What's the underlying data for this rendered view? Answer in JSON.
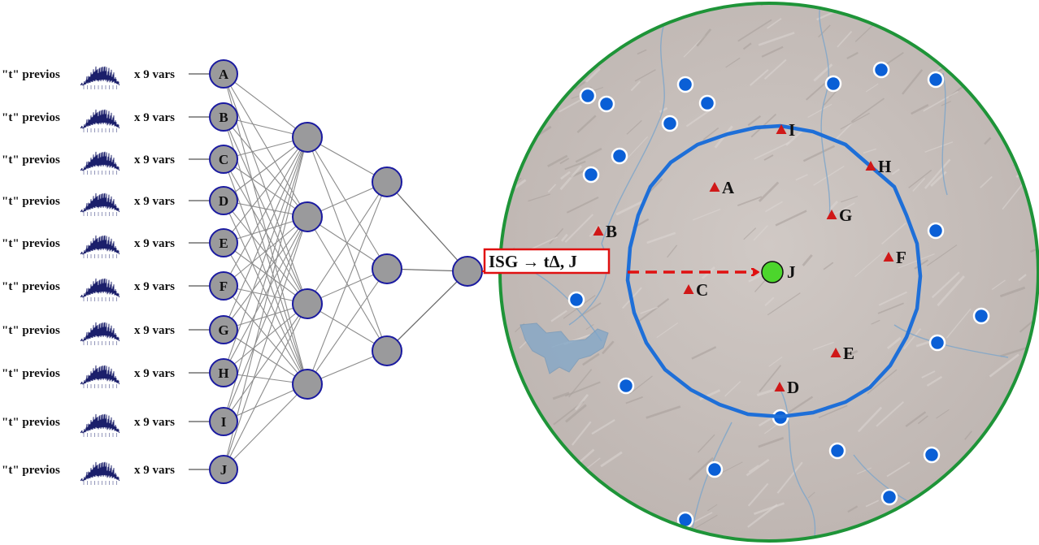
{
  "inputs": [
    {
      "id": "A",
      "prev_label": "\"t\" previos",
      "vars_label": "x 9 vars"
    },
    {
      "id": "B",
      "prev_label": "\"t\" previos",
      "vars_label": "x 9 vars"
    },
    {
      "id": "C",
      "prev_label": "\"t\" previos",
      "vars_label": "x 9 vars"
    },
    {
      "id": "D",
      "prev_label": "\"t\" previos",
      "vars_label": "x 9 vars"
    },
    {
      "id": "E",
      "prev_label": "\"t\" previos",
      "vars_label": "x 9 vars"
    },
    {
      "id": "F",
      "prev_label": "\"t\" previos",
      "vars_label": "x 9 vars"
    },
    {
      "id": "G",
      "prev_label": "\"t\" previos",
      "vars_label": "x 9 vars"
    },
    {
      "id": "H",
      "prev_label": "\"t\" previos",
      "vars_label": "x 9 vars"
    },
    {
      "id": "I",
      "prev_label": "\"t\" previos",
      "vars_label": "x 9 vars"
    },
    {
      "id": "J",
      "prev_label": "\"t\" previos",
      "vars_label": "x 9 vars"
    }
  ],
  "network": {
    "hidden_layer_1_nodes": 4,
    "hidden_layer_2_nodes": 3,
    "output_nodes": 1
  },
  "output_box": {
    "label": "ISG → tΔ, J"
  },
  "map": {
    "stations": [
      {
        "id": "A"
      },
      {
        "id": "B"
      },
      {
        "id": "C"
      },
      {
        "id": "D"
      },
      {
        "id": "E"
      },
      {
        "id": "F"
      },
      {
        "id": "G"
      },
      {
        "id": "H"
      },
      {
        "id": "I"
      }
    ],
    "target": {
      "id": "J"
    }
  },
  "colors": {
    "node_fill": "#9a9a9c",
    "node_stroke": "#1a1aa0",
    "connection": "#8c8c8c",
    "map_border": "#1e9438",
    "map_ring": "#1e6fd8",
    "station_marker": "#d01818",
    "target_fill": "#4cd62c",
    "blue_dot": "#0a5fd6",
    "arrow": "#e01010",
    "terrain": "#c4bcb8",
    "water": "#7fa6c9"
  }
}
